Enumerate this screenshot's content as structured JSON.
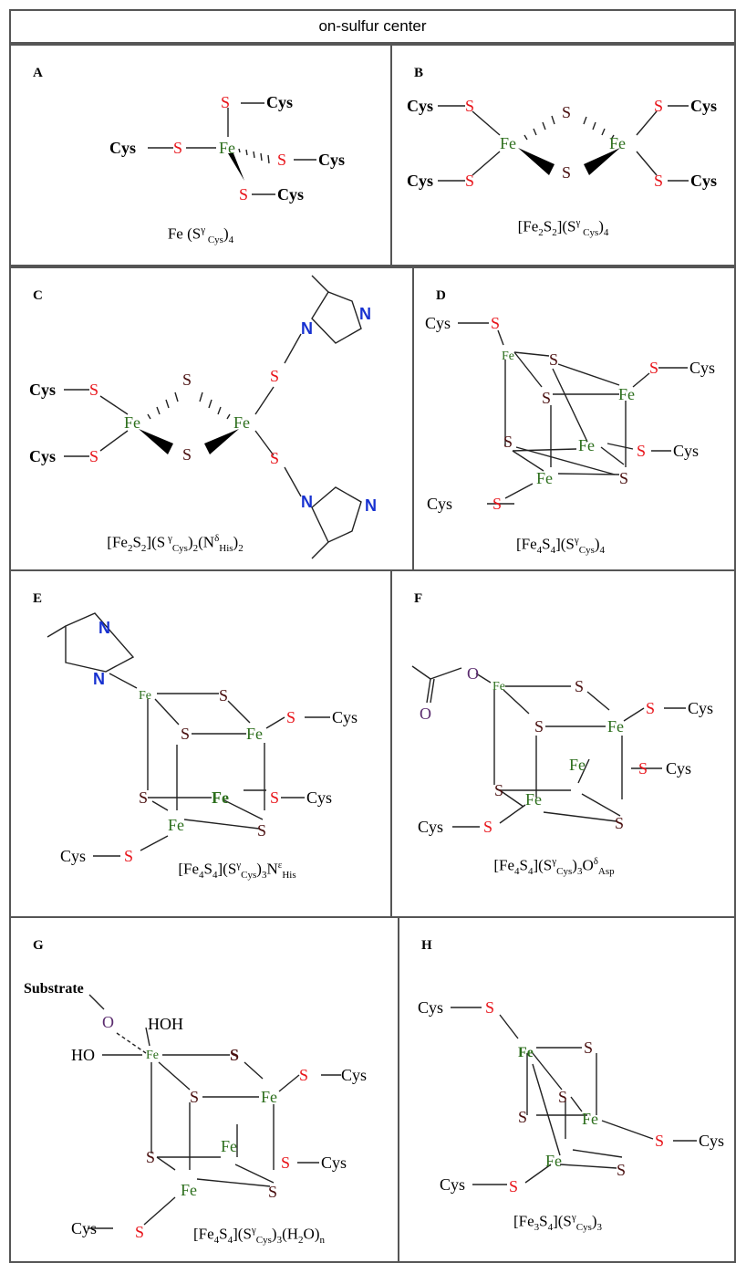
{
  "header": {
    "title": "on-sulfur center"
  },
  "atoms": {
    "fe": "Fe",
    "s": "S",
    "n": "N",
    "o": "O",
    "cys": "Cys",
    "hoh": "HOH",
    "ho": "HO",
    "substrate": "Substrate"
  },
  "panels": [
    {
      "id": "A",
      "label": "A",
      "formula": "Fe (S<sup>γ</sup><sub> Cys</sub>)<sub>4</sub>"
    },
    {
      "id": "B",
      "label": "B",
      "formula": "[Fe<sub>2</sub>S<sub>2</sub>](S<sup>γ</sup><sub> Cys</sub>)<sub>4</sub>"
    },
    {
      "id": "C",
      "label": "C",
      "formula": "[Fe<sub>2</sub>S<sub>2</sub>](S<sup> γ</sup><sub>Cys</sub>)<sub>2</sub>(N<sup>δ</sup><sub>His</sub>)<sub>2</sub>"
    },
    {
      "id": "D",
      "label": "D",
      "formula": "[Fe<sub>4</sub>S<sub>4</sub>](S<sup>γ</sup><sub>Cys</sub>)<sub>4</sub>"
    },
    {
      "id": "E",
      "label": "E",
      "formula": "[Fe<sub>4</sub>S<sub>4</sub>](S<sup>γ</sup><sub>Cys</sub>)<sub>3</sub>N<sup>ε</sup><sub>His</sub>"
    },
    {
      "id": "F",
      "label": "F",
      "formula": "[Fe<sub>4</sub>S<sub>4</sub>](S<sup>γ</sup><sub>Cys</sub>)<sub>3</sub>O<sup>δ</sup><sub>Asp</sub>"
    },
    {
      "id": "G",
      "label": "G",
      "formula": "[Fe<sub>4</sub>S<sub>4</sub>](S<sup>γ</sup><sub>Cys</sub>)<sub>3</sub>(H<sub>2</sub>O)<sub>n</sub>"
    },
    {
      "id": "H",
      "label": "H",
      "formula": "[Fe<sub>3</sub>S<sub>4</sub>](S<sup>γ</sup><sub>Cys</sub>)<sub>3</sub>"
    }
  ]
}
